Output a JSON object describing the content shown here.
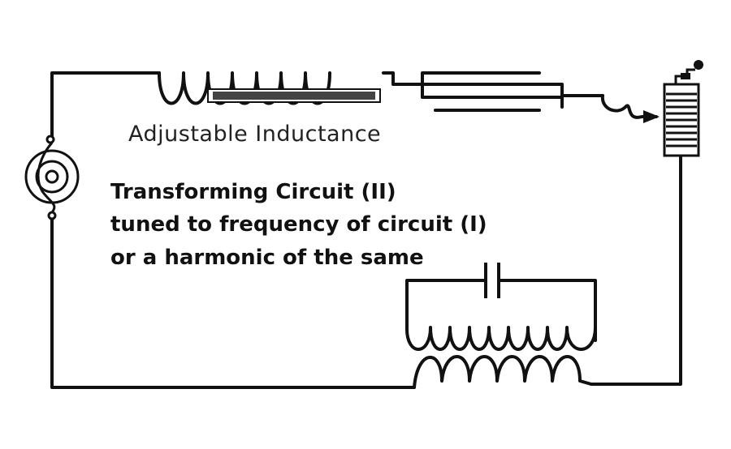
{
  "labels": {
    "inductance": "Adjustable Inductance"
  },
  "caption": {
    "line1": "Transforming Circuit (II)",
    "line2": "tuned to frequency of circuit (I)",
    "line3": "or a harmonic of the same"
  },
  "colors": {
    "ink": "#111111",
    "paper": "#ffffff"
  }
}
